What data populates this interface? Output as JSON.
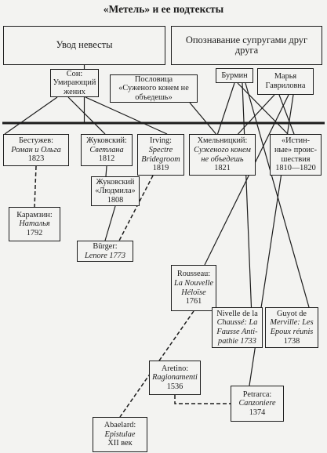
{
  "title": "«Метель» и ее подтексты",
  "nodes": {
    "uvod": {
      "lines": [
        {
          "t": "Увод невесты"
        }
      ]
    },
    "opozn": {
      "lines": [
        {
          "t": "Опознавание супругами друг"
        },
        {
          "t": "друга"
        }
      ]
    },
    "son": {
      "lines": [
        {
          "t": "Сон:"
        },
        {
          "t": "Умирающий"
        },
        {
          "t": "жених"
        }
      ]
    },
    "poslovica": {
      "lines": [
        {
          "t": "Пословица"
        },
        {
          "t": "«Суженого конем не"
        },
        {
          "t": "объедешь»"
        }
      ]
    },
    "burmin": {
      "lines": [
        {
          "t": "Бурмин"
        }
      ]
    },
    "marya": {
      "lines": [
        {
          "t": "Марья"
        },
        {
          "t": "Гавриловна"
        }
      ]
    },
    "bestuzhev": {
      "lines": [
        {
          "t": "Бестужев:"
        },
        {
          "t": "Роман и Ольга",
          "i": true
        },
        {
          "t": "1823"
        }
      ]
    },
    "zhuk_svet": {
      "lines": [
        {
          "t": "Жуковский:"
        },
        {
          "t": "Светлана",
          "i": true
        },
        {
          "t": "1812"
        }
      ]
    },
    "irving": {
      "lines": [
        {
          "t": "Irving:"
        },
        {
          "t": "Spectre",
          "i": true
        },
        {
          "t": "Bridegroom",
          "i": true
        },
        {
          "t": "1819"
        }
      ]
    },
    "khmel": {
      "lines": [
        {
          "t": "Хмельницкий:"
        },
        {
          "t": "Суженого конем",
          "i": true
        },
        {
          "t": "не объедешь",
          "i": true
        },
        {
          "t": "1821"
        }
      ]
    },
    "istin": {
      "lines": [
        {
          "t": "«Истин-"
        },
        {
          "t": "ные» проис-"
        },
        {
          "t": "шествия"
        },
        {
          "t": "1810—1820"
        }
      ]
    },
    "zhuk_lud": {
      "lines": [
        {
          "t": "Жуковский"
        },
        {
          "t": "«Людмила»"
        },
        {
          "t": "1808"
        }
      ]
    },
    "karamzin": {
      "lines": [
        {
          "t": "Карамзин:"
        },
        {
          "t": "Наталья",
          "i": true
        },
        {
          "t": "1792"
        }
      ]
    },
    "burger": {
      "lines": [
        {
          "t": "Bürger:"
        },
        {
          "t": "Lenore 1773",
          "i": true
        }
      ]
    },
    "rousseau": {
      "lines": [
        {
          "t": "Rousseau:"
        },
        {
          "t": "La Nouvelle",
          "i": true
        },
        {
          "t": "Héloïse",
          "i": true
        },
        {
          "t": "1761"
        }
      ]
    },
    "nivelle": {
      "lines": [
        {
          "t": "Nivelle de la"
        },
        {
          "t": "Chaussé: La",
          "i": true
        },
        {
          "t": "Fausse Anti-",
          "i": true
        },
        {
          "t": "pathie 1733",
          "i": true
        }
      ]
    },
    "guyot": {
      "lines": [
        {
          "t": "Guyot de"
        },
        {
          "t": "Merville: Les",
          "i": true
        },
        {
          "t": "Epoux réunis",
          "i": true
        },
        {
          "t": "1738"
        }
      ]
    },
    "aretino": {
      "lines": [
        {
          "t": "Aretino:"
        },
        {
          "t": "Ragionamenti",
          "i": true
        },
        {
          "t": "1536"
        }
      ]
    },
    "petrarca": {
      "lines": [
        {
          "t": "Petrarca:"
        },
        {
          "t": "Canzoniere",
          "i": true
        },
        {
          "t": "1374"
        }
      ]
    },
    "abelard": {
      "lines": [
        {
          "t": "Abaelard:"
        },
        {
          "t": "Epistulae",
          "i": true
        },
        {
          "t": "XII век"
        }
      ]
    }
  },
  "edges": [
    {
      "from": "uvod",
      "to": "timeline",
      "style": "solid"
    },
    {
      "from": "son",
      "to": "bestuzhev",
      "style": "solid"
    },
    {
      "from": "son",
      "to": "zhuk_svet",
      "style": "solid"
    },
    {
      "from": "son",
      "to": "irving",
      "style": "solid"
    },
    {
      "from": "poslovica",
      "to": "khmel",
      "style": "solid"
    },
    {
      "from": "burmin",
      "to": "khmel",
      "style": "solid"
    },
    {
      "from": "burmin",
      "to": "istin",
      "style": "solid"
    },
    {
      "from": "burmin",
      "to": "nivelle",
      "style": "solid"
    },
    {
      "from": "burmin",
      "to": "guyot",
      "style": "solid"
    },
    {
      "from": "marya",
      "to": "khmel",
      "style": "solid"
    },
    {
      "from": "marya",
      "to": "istin",
      "style": "solid"
    },
    {
      "from": "marya",
      "to": "rousseau",
      "style": "solid"
    },
    {
      "from": "marya",
      "to": "petrarca",
      "style": "solid"
    },
    {
      "from": "zhuk_svet",
      "to": "zhuk_lud",
      "style": "solid"
    },
    {
      "from": "zhuk_lud",
      "to": "burger",
      "style": "solid"
    },
    {
      "from": "bestuzhev",
      "to": "karamzin",
      "style": "dashed"
    },
    {
      "from": "irving",
      "to": "burger",
      "style": "dashed"
    },
    {
      "from": "rousseau",
      "to": "abelard",
      "style": "dashed"
    },
    {
      "from": "aretino",
      "to": "petrarca",
      "style": "dashed"
    }
  ]
}
